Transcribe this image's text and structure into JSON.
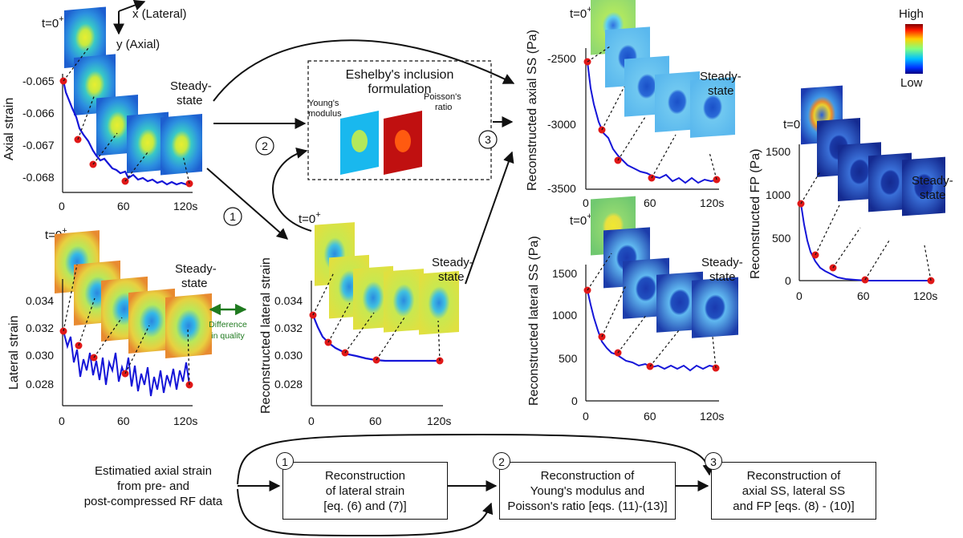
{
  "top_axes": {
    "x_lateral": "x (Lateral)",
    "y_axial": "y (Axial)"
  },
  "t0": "t=0",
  "t0_sup": "+",
  "steady_line1": "Steady-",
  "steady_line2": "state",
  "colorbar": {
    "high": "High",
    "low": "Low"
  },
  "eshelby": {
    "title_line1": "Eshelby's inclusion",
    "title_line2": "formulation",
    "youngs_line1": "Young's",
    "youngs_line2": "modulus",
    "poisson_line1": "Poisson's",
    "poisson_line2": "ratio"
  },
  "difference_line1": "Difference",
  "difference_line2": "in quality",
  "step_numbers": [
    "1",
    "2",
    "3"
  ],
  "charts": {
    "axial_strain": {
      "ylabel": "Axial strain",
      "yticks": [
        "-0.065",
        "-0.066",
        "-0.067",
        "-0.068"
      ],
      "xticks": [
        "0",
        "60",
        "120s"
      ]
    },
    "lateral_strain": {
      "ylabel": "Lateral strain",
      "yticks": [
        "0.034",
        "0.032",
        "0.030",
        "0.028"
      ],
      "xticks": [
        "0",
        "60",
        "120s"
      ]
    },
    "recon_lateral": {
      "ylabel": "Reconstructed lateral strain",
      "yticks": [
        "0.034",
        "0.032",
        "0.030",
        "0.028"
      ],
      "xticks": [
        "0",
        "60",
        "120s"
      ]
    },
    "axial_ss": {
      "ylabel": "Reconstructed axial SS (Pa)",
      "yticks": [
        "-2500",
        "-3000",
        "-3500"
      ],
      "xticks": [
        "0",
        "60",
        "120s"
      ]
    },
    "lateral_ss": {
      "ylabel": "Reconstructed lateral SS (Pa)",
      "yticks": [
        "1500",
        "1000",
        "500",
        "0"
      ],
      "xticks": [
        "0",
        "60",
        "120s"
      ]
    },
    "fp": {
      "ylabel": "Reconstructed FP (Pa)",
      "yticks": [
        "1500",
        "1000",
        "500",
        "0"
      ],
      "xticks": [
        "0",
        "60",
        "120s"
      ]
    }
  },
  "flowchart": {
    "input_line1": "Estimatied axial strain",
    "input_line2": "from pre- and",
    "input_line3": "post-compressed RF data",
    "box1_line1": "Reconstruction",
    "box1_line2": "of lateral strain",
    "box1_line3": "[eq. (6) and (7)]",
    "box2_line1": "Reconstruction of",
    "box2_line2": "Young's modulus and",
    "box2_line3": "Poisson's ratio [eqs. (11)-(13)]",
    "box3_line1": "Reconstruction of",
    "box3_line2": "axial SS, lateral SS",
    "box3_line3": "and FP [eqs. (8) - (10)]"
  },
  "colors": {
    "curve": "#1515d8",
    "marker": "#e01818",
    "arrow_green": "#1f7a1f",
    "youngs": "#19b8ee",
    "poisson": "#c01010"
  }
}
